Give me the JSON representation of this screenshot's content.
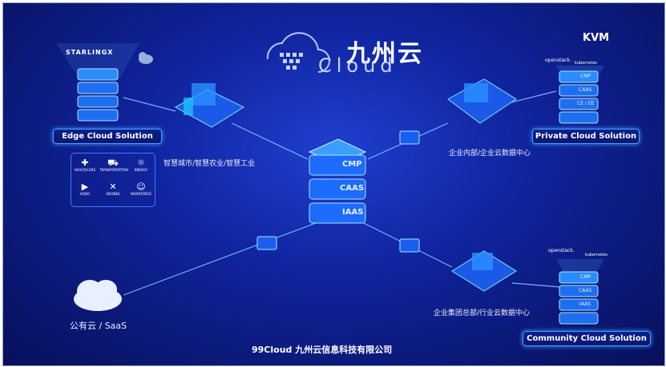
{
  "header": {
    "title_cn": "九州云",
    "title_en": "Cloud"
  },
  "company": "99Cloud 九州云信息科技有限公司",
  "starlingx": "STARLINGX",
  "edge": {
    "label": "Edge Cloud Solution",
    "sectors": [
      {
        "name": "HEALTHCARE",
        "icon": "medical-case-icon"
      },
      {
        "name": "TRANSPORTATION",
        "icon": "car-icon"
      },
      {
        "name": "ENERGY",
        "icon": "sun-icon"
      },
      {
        "name": "VIDEO",
        "icon": "video-icon"
      },
      {
        "name": "DRONES",
        "icon": "drone-icon"
      },
      {
        "name": "WORKFORCE",
        "icon": "worker-icon"
      }
    ]
  },
  "smart_city": "智慧城市/智慧农业/智慧工业",
  "private": {
    "label": "Private Cloud Solution",
    "desc": "企业内部/企业云数据中心",
    "logos": [
      "KVM",
      "openstack.",
      "kubernetes"
    ]
  },
  "community": {
    "label": "Community Cloud Solution",
    "desc": "企业集团总部/行业云数据中心",
    "logos": [
      "openstack.",
      "kubernetes"
    ]
  },
  "public": {
    "label": "公有云 / SaaS"
  },
  "core_stack": [
    "CMP",
    "CAAS",
    "IAAS"
  ],
  "stack_small": [
    "CMP",
    "CAAS",
    "CE / EE"
  ],
  "community_stack": [
    "CMP",
    "CAAS",
    "IAAS"
  ],
  "colors": {
    "bg_center": "#1f3fd0",
    "bg_edge": "#07105a",
    "accent": "#3da0ff",
    "box": "#1a6fff"
  }
}
